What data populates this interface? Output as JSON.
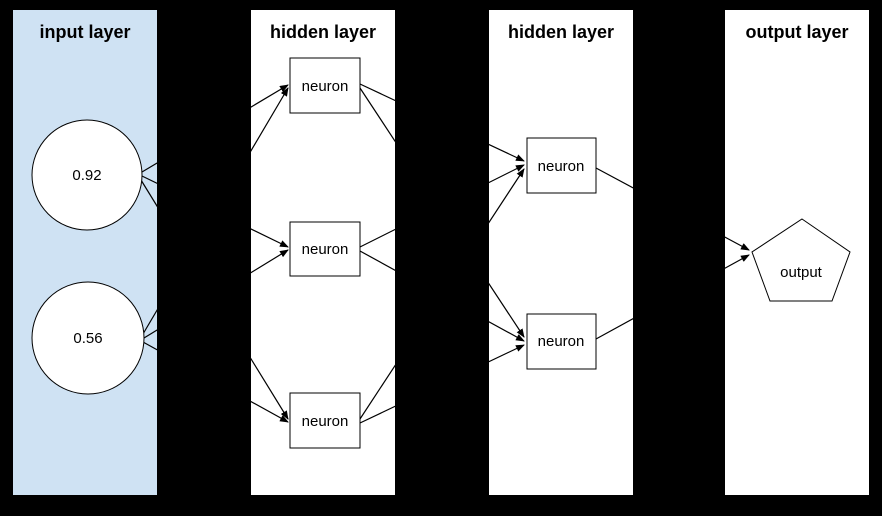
{
  "diagram": {
    "background_color": "#000000",
    "stroke_color": "#000000",
    "node_fill": "#ffffff",
    "layers": [
      {
        "title": "input layer",
        "panel_color": "#cfe2f3"
      },
      {
        "title": "hidden layer",
        "panel_color": "#ffffff"
      },
      {
        "title": "hidden layer",
        "panel_color": "#ffffff"
      },
      {
        "title": "output layer",
        "panel_color": "#ffffff"
      }
    ],
    "nodes": {
      "inputs": [
        {
          "label": "0.92",
          "shape": "circle"
        },
        {
          "label": "0.56",
          "shape": "circle"
        }
      ],
      "hidden1": [
        {
          "label": "neuron",
          "shape": "rect"
        },
        {
          "label": "neuron",
          "shape": "rect"
        },
        {
          "label": "neuron",
          "shape": "rect"
        }
      ],
      "hidden2": [
        {
          "label": "neuron",
          "shape": "rect"
        },
        {
          "label": "neuron",
          "shape": "rect"
        }
      ],
      "output": {
        "label": "output",
        "shape": "pentagon"
      }
    },
    "edges": [
      {
        "from": "input-1",
        "to": "hidden1-1"
      },
      {
        "from": "input-1",
        "to": "hidden1-2"
      },
      {
        "from": "input-1",
        "to": "hidden1-3"
      },
      {
        "from": "input-2",
        "to": "hidden1-1"
      },
      {
        "from": "input-2",
        "to": "hidden1-2"
      },
      {
        "from": "input-2",
        "to": "hidden1-3"
      },
      {
        "from": "hidden1-1",
        "to": "hidden2-1"
      },
      {
        "from": "hidden1-1",
        "to": "hidden2-2"
      },
      {
        "from": "hidden1-2",
        "to": "hidden2-1"
      },
      {
        "from": "hidden1-2",
        "to": "hidden2-2"
      },
      {
        "from": "hidden1-3",
        "to": "hidden2-1"
      },
      {
        "from": "hidden1-3",
        "to": "hidden2-2"
      },
      {
        "from": "hidden2-1",
        "to": "output"
      },
      {
        "from": "hidden2-2",
        "to": "output"
      }
    ]
  }
}
